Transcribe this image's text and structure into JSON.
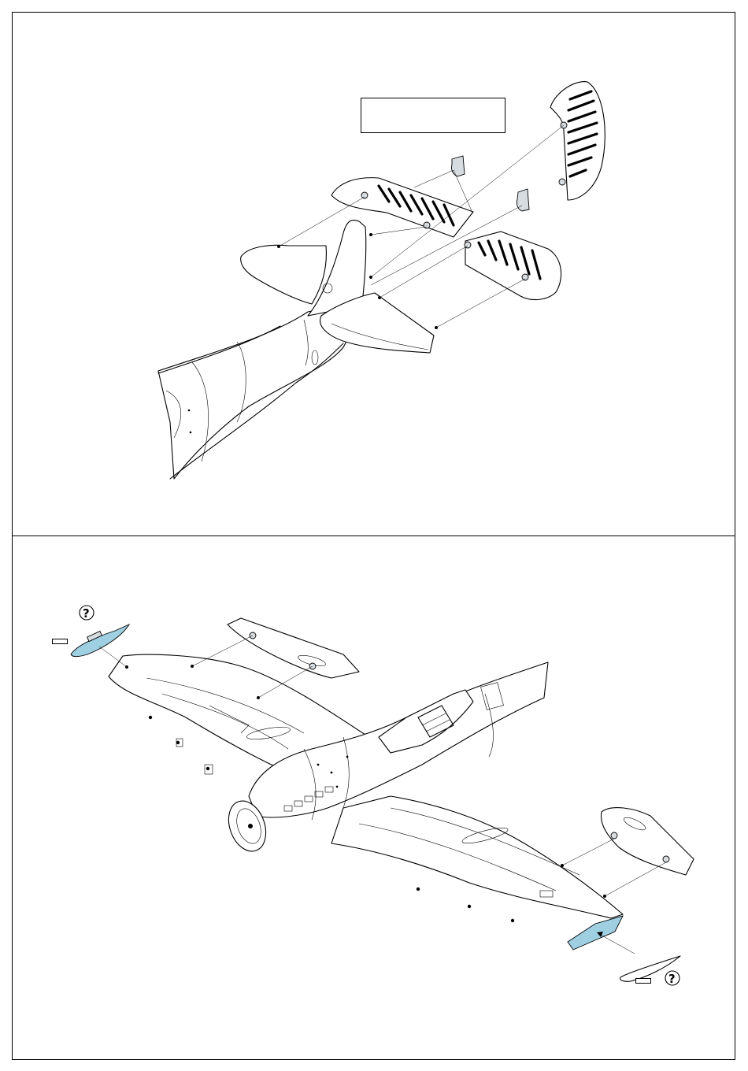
{
  "diagram": {
    "steps": [
      {
        "id": "tail",
        "title_box_text": "",
        "parts": [
          "tailplane-left",
          "tailplane-right",
          "elevator-left",
          "elevator-right",
          "rudder",
          "hinge-bracket-1",
          "hinge-bracket-2"
        ]
      },
      {
        "id": "wings",
        "parts": [
          "wing-left",
          "wing-right",
          "aileron-left",
          "aileron-right",
          "wingtip-clear-left",
          "wingtip-clear-right"
        ],
        "callouts": [
          {
            "symbol": "?",
            "part_number_box": ""
          },
          {
            "symbol": "?",
            "part_number_box": ""
          }
        ]
      }
    ],
    "colors": {
      "clear_part": "#9fd0e2",
      "photo_etch_part": "#d7dce0",
      "line": "#000000"
    }
  }
}
